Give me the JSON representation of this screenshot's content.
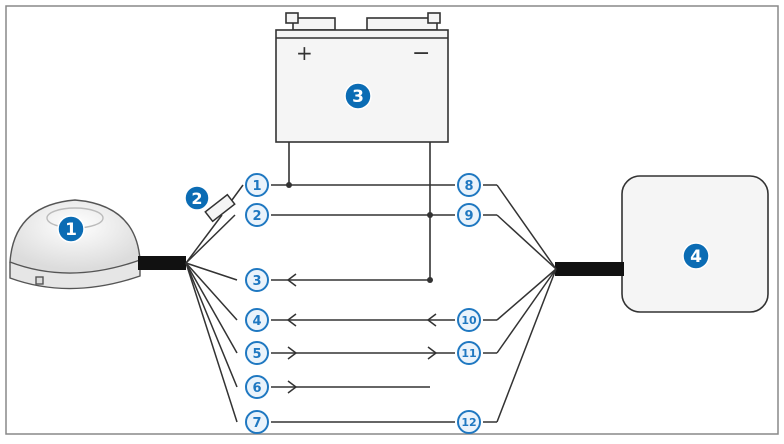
{
  "components": {
    "antenna": {
      "number": "1"
    },
    "fuse": {
      "number": "2"
    },
    "battery": {
      "number": "3",
      "positive": "+",
      "negative": "−"
    },
    "device": {
      "number": "4"
    }
  },
  "wires": {
    "left": [
      "1",
      "2",
      "3",
      "4",
      "5",
      "6",
      "7"
    ],
    "right": [
      "8",
      "9",
      "10",
      "11",
      "12"
    ]
  },
  "colors": {
    "line": "#333333",
    "filled_badge": "#0b6cb4",
    "outlined_badge_ring": "#1f78c1",
    "outlined_badge_fill": "#eaf3fb",
    "component_fill": "#f5f5f5"
  }
}
